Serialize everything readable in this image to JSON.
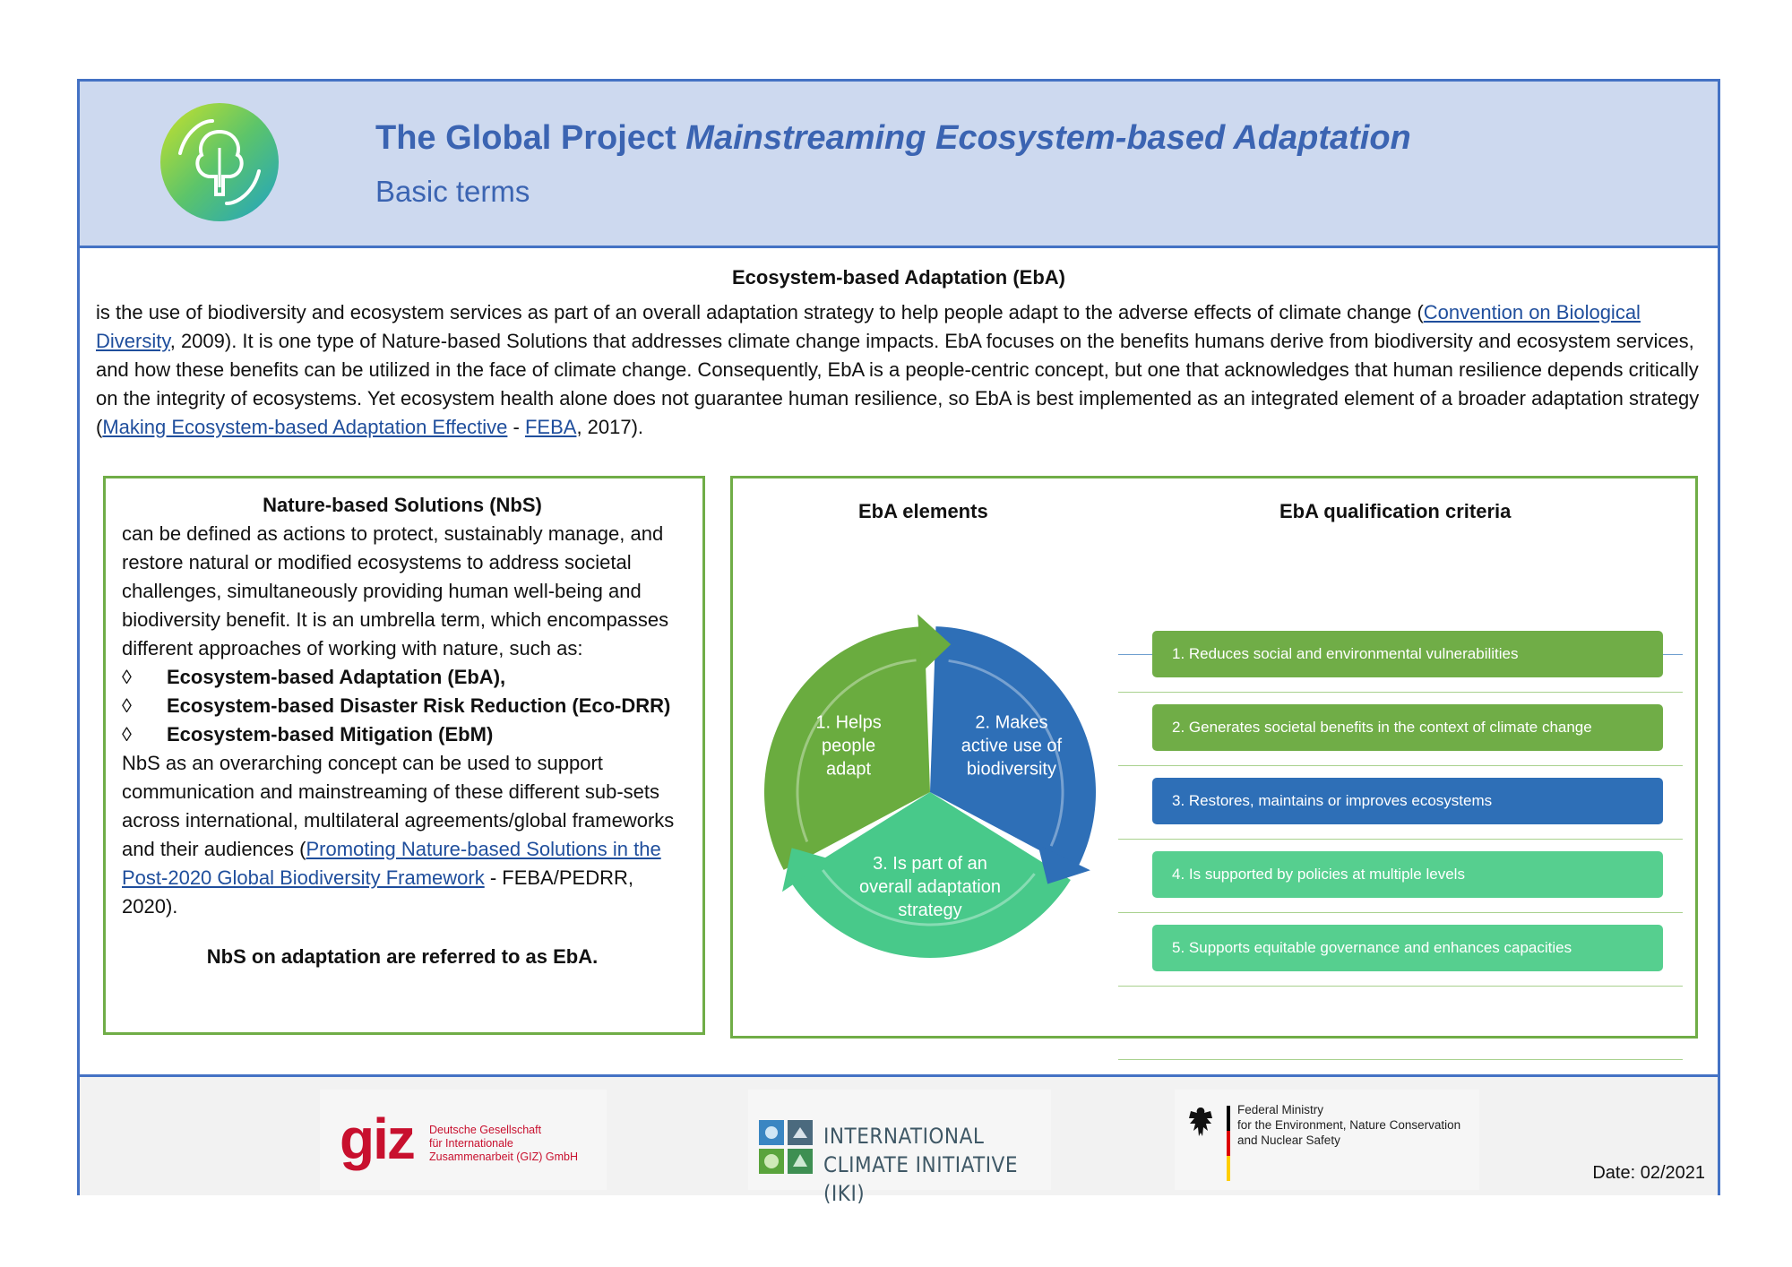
{
  "header": {
    "title_plain": "The Global Project ",
    "title_italic": "Mainstreaming Ecosystem-based Adaptation",
    "subtitle": "Basic terms"
  },
  "eba": {
    "heading": "Ecosystem-based Adaptation (EbA)",
    "t1": "is the use of biodiversity and ecosystem services as part of an overall adaptation strategy to help people adapt to the adverse effects of climate change (",
    "link1": "Convention on Biological Diversity",
    "t2": ", 2009). It is one type of Nature-based Solutions that addresses climate change impacts. EbA focuses on the benefits humans derive from biodiversity and ecosystem services, and how these benefits can be utilized in the face of climate change. Consequently, EbA is a people-centric concept, but one that acknowledges that human resilience depends critically on the integrity of ecosystems. Yet ecosystem health alone does not guarantee human resilience, so EbA is best implemented as an integrated element of a broader adaptation strategy (",
    "link2": "Making Ecosystem-based Adaptation Effective",
    "t3": " - ",
    "link3": "FEBA",
    "t4": ", 2017)."
  },
  "nbs": {
    "heading": "Nature-based Solutions (NbS)",
    "intro": "can be defined as actions to protect, sustainably manage, and restore natural or modified ecosystems to address societal challenges, simultaneously providing human well-being and biodiversity benefit. It is an umbrella term, which encompasses different approaches of working with nature, such as:",
    "bullet": "◊",
    "items": [
      "Ecosystem-based Adaptation (EbA),",
      "Ecosystem-based Disaster Risk Reduction (Eco-DRR)",
      "Ecosystem-based Mitigation (EbM)"
    ],
    "body1": "NbS as an overarching concept can be used to support communication and mainstreaming of these different sub-sets across international, multilateral agreements/global frameworks and their audiences (",
    "link": "Promoting Nature-based Solutions in the Post-2020 Global Biodiversity Framework",
    "body2": " - FEBA/PEDRR, 2020).",
    "footer": "NbS on adaptation are referred to as EbA."
  },
  "diagram": {
    "elements_title": "EbA elements",
    "criteria_title": "EbA qualification criteria",
    "cycle": [
      {
        "lines": [
          "1. Helps",
          "people",
          "adapt"
        ],
        "color": "#6aac3f"
      },
      {
        "lines": [
          "2. Makes",
          "active use of",
          "biodiversity"
        ],
        "color": "#2e6fb7"
      },
      {
        "lines": [
          "3. Is part of an",
          "overall adaptation",
          "strategy"
        ],
        "color": "#48c98a"
      }
    ],
    "criteria": [
      {
        "label": "1. Reduces social and environmental vulnerabilities",
        "color": "#70ad47"
      },
      {
        "label": "2. Generates societal benefits in the context of climate change",
        "color": "#70ad47"
      },
      {
        "label": "3. Restores, maintains or improves ecosystems",
        "color": "#2e6fb7"
      },
      {
        "label": "4. Is supported by policies at multiple levels",
        "color": "#56cf8f"
      },
      {
        "label": "5. Supports equitable governance and enhances capacities",
        "color": "#56cf8f"
      }
    ]
  },
  "footer": {
    "giz_mark": "giz",
    "giz_line1": "Deutsche Gesellschaft",
    "giz_line2": "für Internationale",
    "giz_line3": "Zusammenarbeit (GIZ) GmbH",
    "iki_line1": "INTERNATIONAL",
    "iki_line2": "CLIMATE INITIATIVE (IKI)",
    "bmu_line1": "Federal Ministry",
    "bmu_line2": "for the Environment, Nature Conservation",
    "bmu_line3": "and Nuclear Safety",
    "date": "Date: 02/2021"
  },
  "colors": {
    "frame_blue": "#4472c4",
    "header_bg": "#cdd9ef",
    "box_green": "#70ad47",
    "giz_red": "#c8102e"
  }
}
